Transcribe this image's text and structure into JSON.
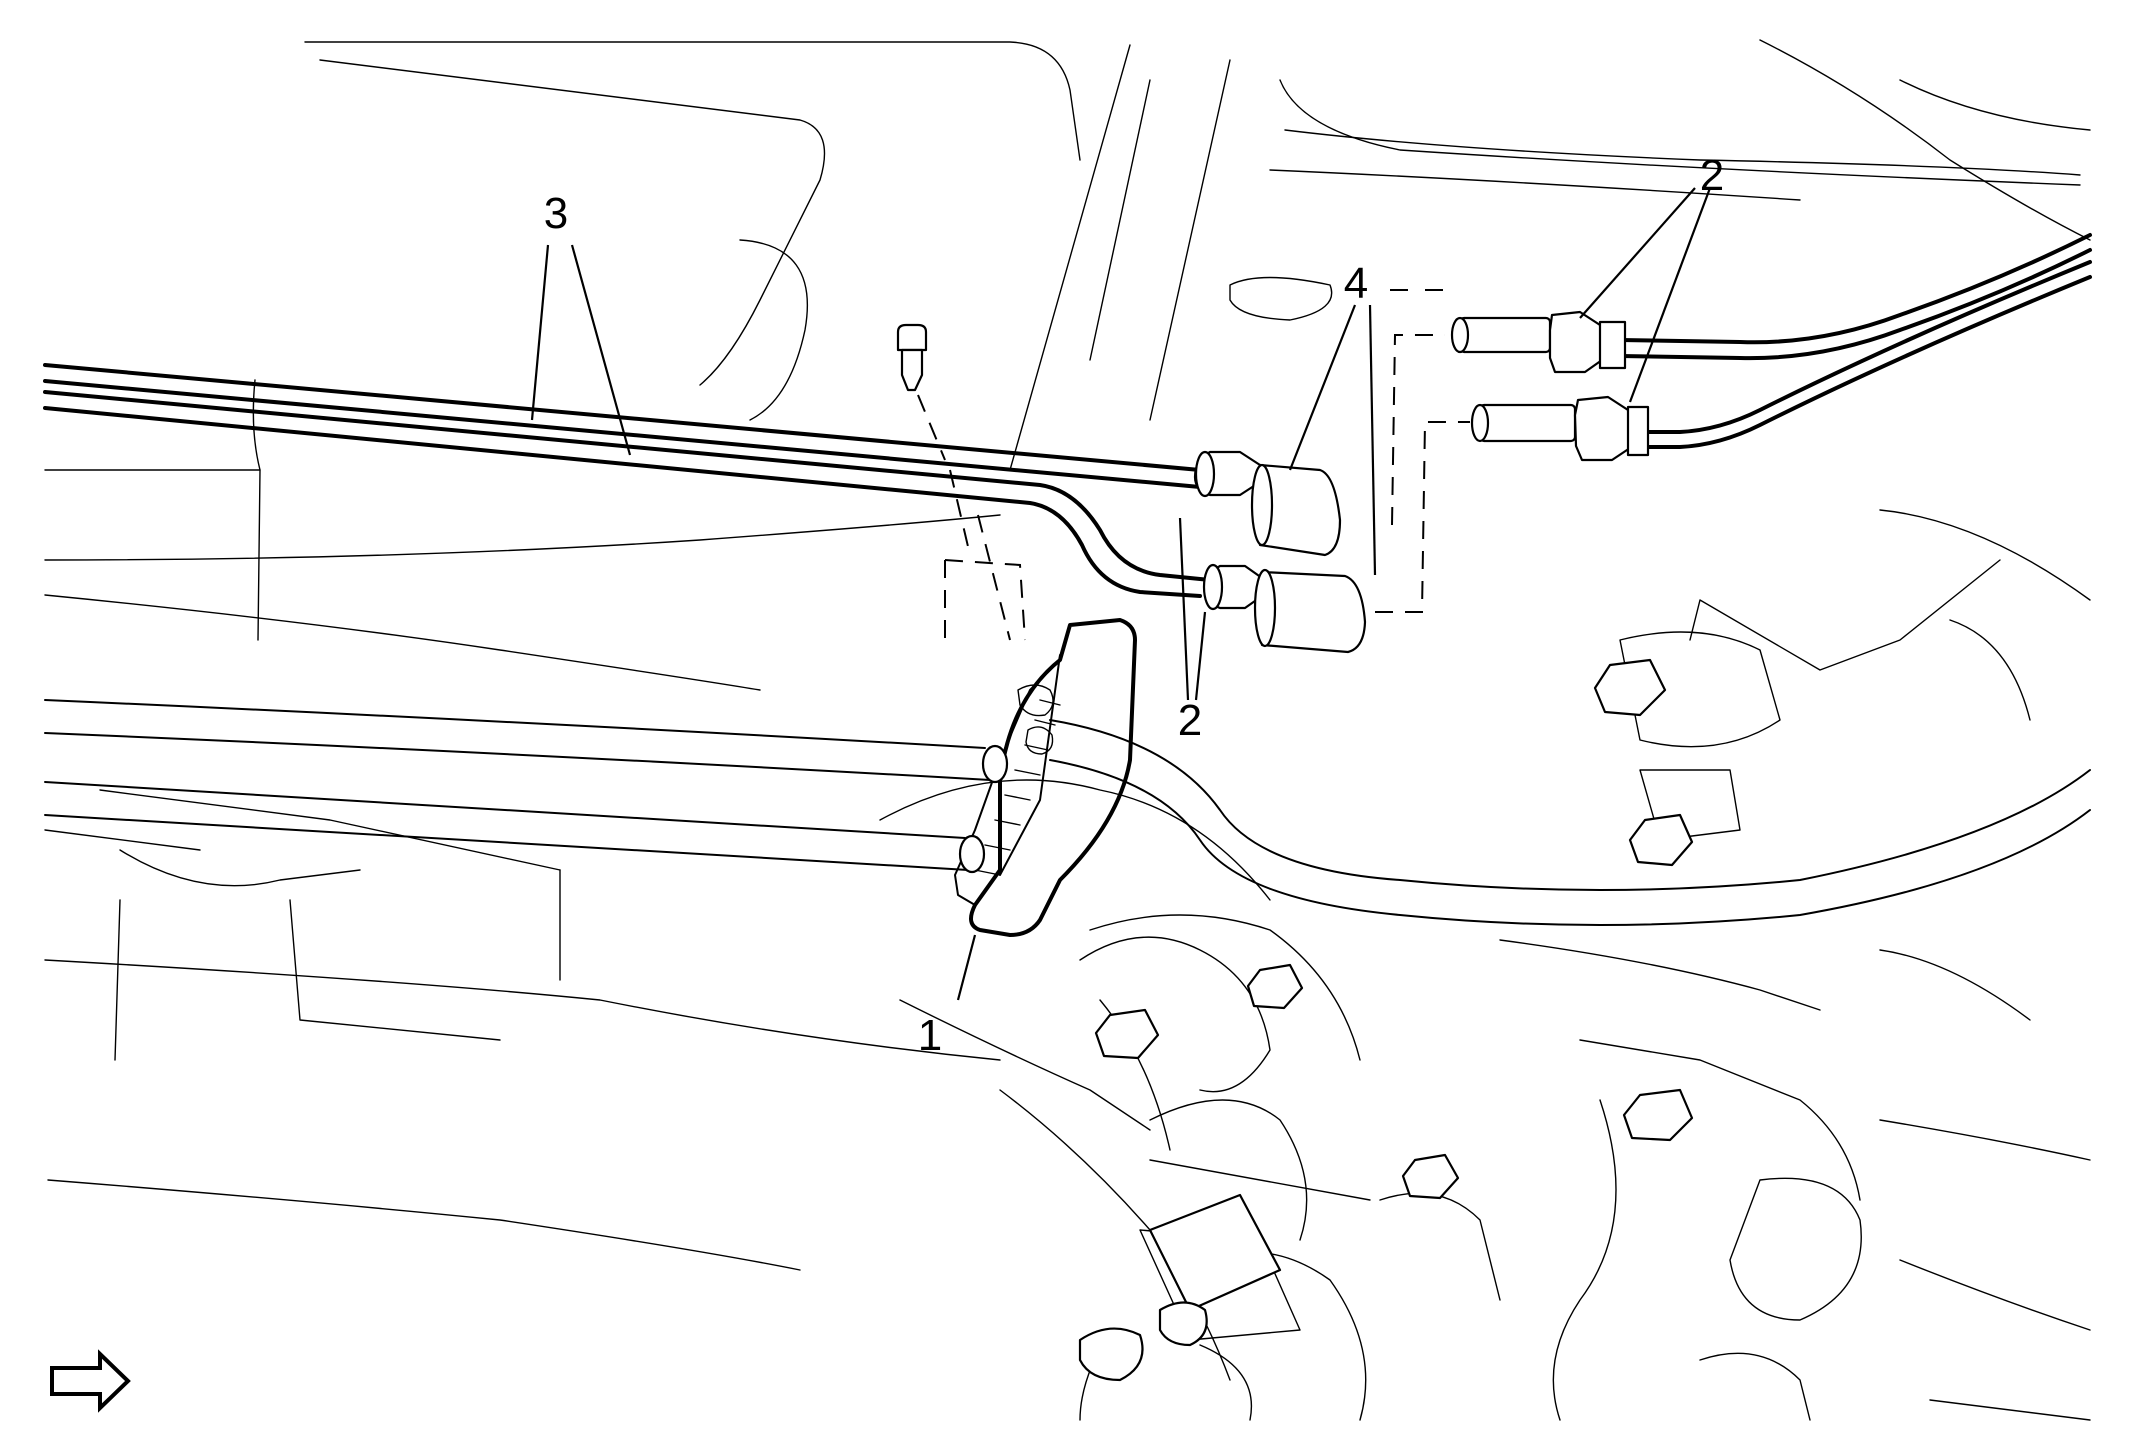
{
  "diagram": {
    "callouts": {
      "c1": "1",
      "c2_top": "2",
      "c2_bottom": "2",
      "c3": "3",
      "c4": "4"
    },
    "direction_icon": "forward-arrow-icon"
  }
}
